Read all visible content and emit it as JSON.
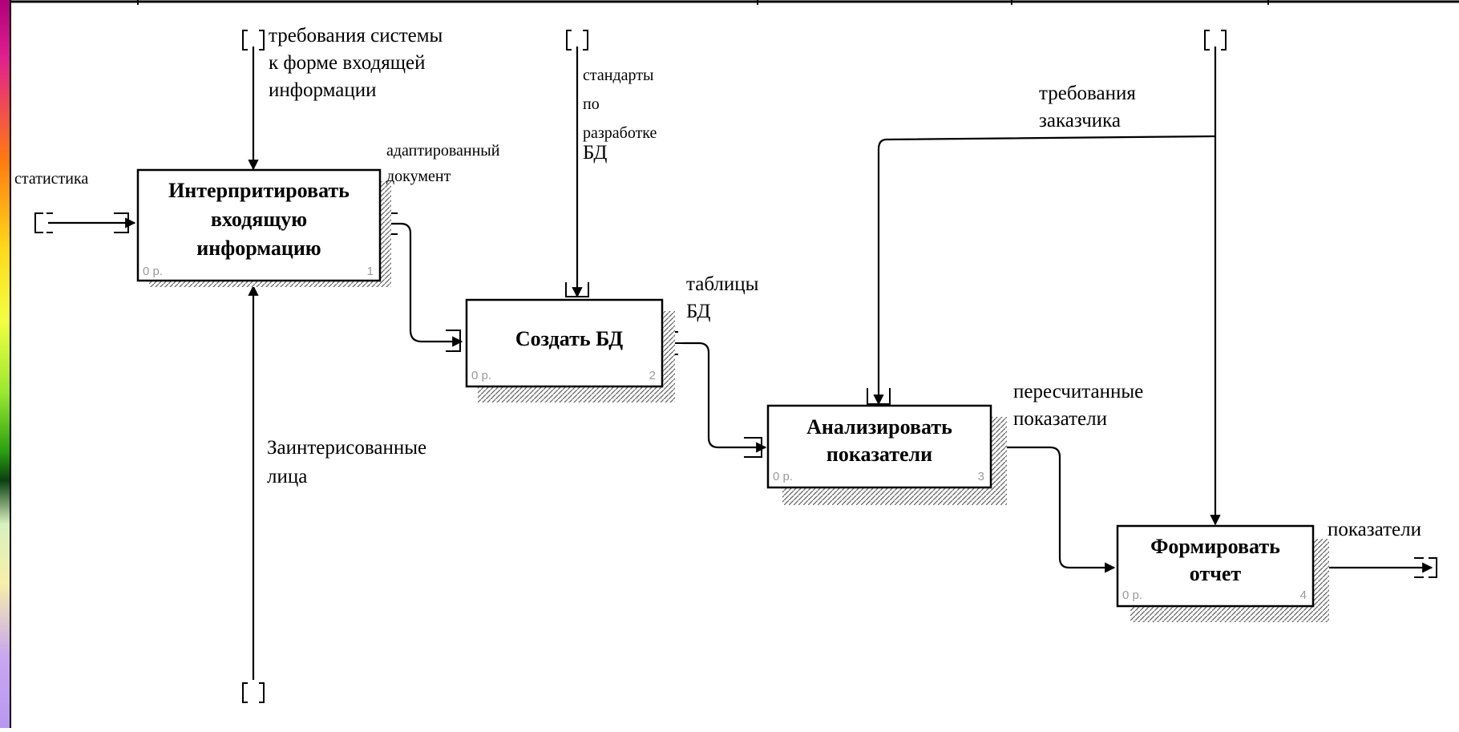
{
  "activities": [
    {
      "title_lines": [
        "Интерпритировать",
        "входящую",
        "информацию"
      ],
      "cost": "0 р.",
      "number": "1"
    },
    {
      "title_lines": [
        "Создать БД"
      ],
      "cost": "0 р.",
      "number": "2"
    },
    {
      "title_lines": [
        "Анализировать",
        "показатели"
      ],
      "cost": "0 р.",
      "number": "3"
    },
    {
      "title_lines": [
        "Формировать",
        "отчет"
      ],
      "cost": "0 р.",
      "number": "4"
    }
  ],
  "arrows": {
    "statistics": "статистика",
    "system_requirements": [
      "требования системы",
      "к форме входящей",
      "информации"
    ],
    "adapted_document": [
      "адаптированный",
      "документ"
    ],
    "db_standards": [
      "стандарты",
      "по",
      "разработке",
      "БД"
    ],
    "customer_requirements": [
      "требования",
      "заказчика"
    ],
    "db_tables": [
      "таблицы",
      "БД"
    ],
    "recalculated_indicators": [
      "пересчитанные",
      "показатели"
    ],
    "stakeholders": [
      "Заинтерисованные",
      "лица"
    ],
    "indicators": "показатели"
  },
  "colors": {
    "line": "#000000",
    "meta_text": "#999999",
    "background": "#ffffff"
  }
}
